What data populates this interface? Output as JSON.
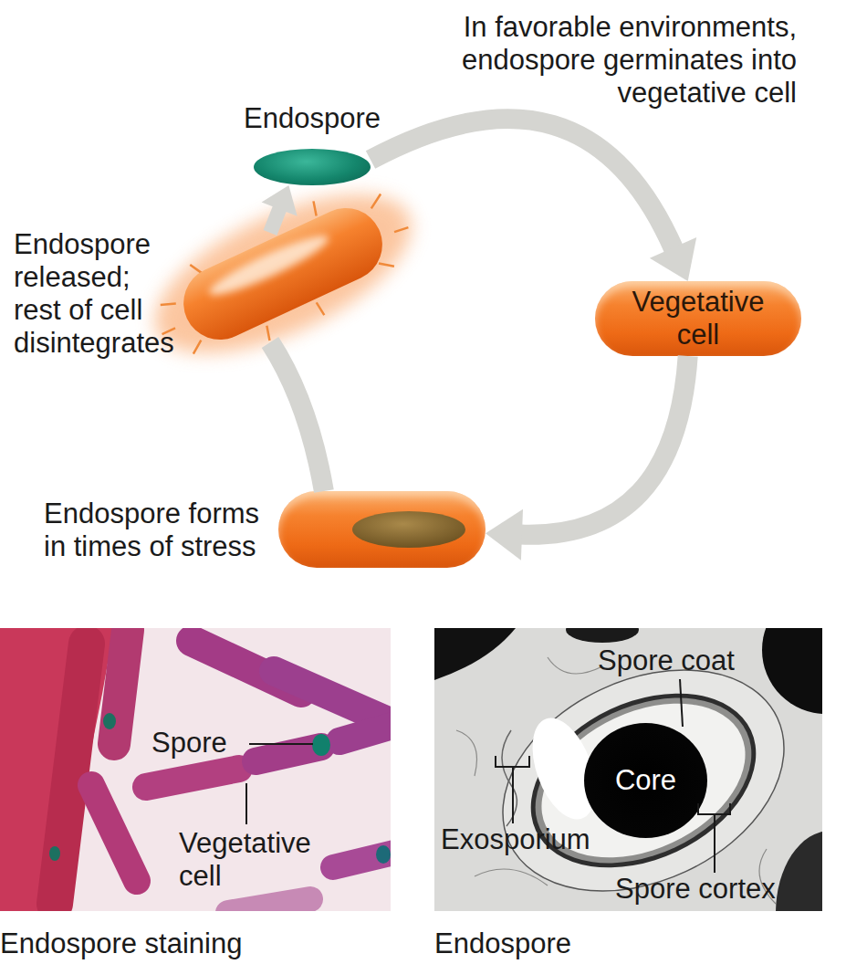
{
  "diagram": {
    "nodes": [
      {
        "text": [
          "Endospore"
        ]
      },
      {
        "text": [
          "Vegetative cell"
        ]
      },
      {
        "text": [
          "Endospore forms in times of stress"
        ]
      },
      {
        "text": [
          "Endospore released; rest of cell disintegrates"
        ]
      },
      {
        "text": [
          "Spore",
          "Vegetative cell",
          "Endospore staining"
        ]
      },
      {
        "text": [
          "Spore coat",
          "Exosporium",
          "Spore cortex",
          "Endospore"
        ]
      },
      {
        "text": [
          "Core"
        ],
        "in": 5
      }
    ],
    "edges": [
      {
        "from": 0,
        "to": 1,
        "arrow": "to",
        "label": "In favorable environments, endospore germinates into vegetative cell"
      },
      {
        "from": 1,
        "to": 2,
        "arrow": "to"
      },
      {
        "from": 2,
        "to": 3,
        "arrow": "none"
      },
      {
        "from": 3,
        "to": 0,
        "arrow": "to"
      }
    ]
  }
}
